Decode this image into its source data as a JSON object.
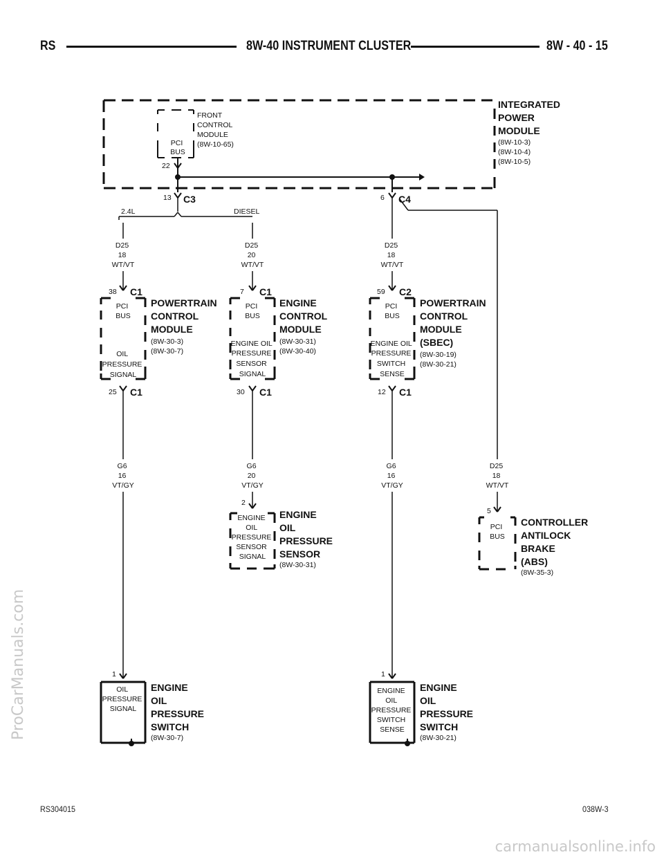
{
  "header": {
    "left": "RS",
    "title": "8W-40 INSTRUMENT CLUSTER",
    "page": "8W - 40 - 15"
  },
  "footer": {
    "left": "RS304015",
    "right": "038W-3"
  },
  "watermarks": {
    "left": "ProCarManuals.com",
    "bottom": "carmanualsonline.info"
  },
  "ipm": {
    "name": [
      "INTEGRATED",
      "POWER",
      "MODULE"
    ],
    "refs": [
      "(8W-10-3)",
      "(8W-10-4)",
      "(8W-10-5)"
    ],
    "inner_box": [
      "PCI",
      "BUS"
    ],
    "fcm": [
      "FRONT",
      "CONTROL",
      "MODULE",
      "(8W-10-65)"
    ],
    "inner_pin": "22",
    "c3_pin": "13",
    "c3": "C3",
    "c4_pin": "6",
    "c4": "C4"
  },
  "splice": {
    "left": "2.4L",
    "right": "DIESEL"
  },
  "wires": {
    "pcm_in": [
      "D25",
      "18",
      "WT/VT"
    ],
    "ecm_in": [
      "D25",
      "20",
      "WT/VT"
    ],
    "sbec_in": [
      "D25",
      "18",
      "WT/VT"
    ],
    "pcm_out": [
      "G6",
      "16",
      "VT/GY"
    ],
    "ecm_out": [
      "G6",
      "20",
      "VT/GY"
    ],
    "sbec_out": [
      "G6",
      "16",
      "VT/GY"
    ],
    "abs_in": [
      "D25",
      "18",
      "WT/VT"
    ]
  },
  "pcm": {
    "name": [
      "POWERTRAIN",
      "CONTROL",
      "MODULE"
    ],
    "refs": [
      "(8W-30-3)",
      "(8W-30-7)"
    ],
    "top_box": [
      "PCI",
      "BUS"
    ],
    "bottom_box": [
      "OIL",
      "PRESSURE",
      "SIGNAL"
    ],
    "top_pin": "38",
    "top_conn": "C1",
    "bottom_pin": "25",
    "bottom_conn": "C1"
  },
  "ecm": {
    "name": [
      "ENGINE",
      "CONTROL",
      "MODULE"
    ],
    "refs": [
      "(8W-30-31)",
      "(8W-30-40)"
    ],
    "top_box": [
      "PCI",
      "BUS"
    ],
    "bottom_box": [
      "ENGINE OIL",
      "PRESSURE",
      "SENSOR",
      "SIGNAL"
    ],
    "top_pin": "7",
    "top_conn": "C1",
    "bottom_pin": "30",
    "bottom_conn": "C1"
  },
  "sbec": {
    "name": [
      "POWERTRAIN",
      "CONTROL",
      "MODULE",
      "(SBEC)"
    ],
    "refs": [
      "(8W-30-19)",
      "(8W-30-21)"
    ],
    "top_box": [
      "PCI",
      "BUS"
    ],
    "bottom_box": [
      "ENGINE OIL",
      "PRESSURE",
      "SWITCH",
      "SENSE"
    ],
    "top_pin": "59",
    "top_conn": "C2",
    "bottom_pin": "12",
    "bottom_conn": "C1"
  },
  "oil_sensor": {
    "name": [
      "ENGINE",
      "OIL",
      "PRESSURE",
      "SENSOR"
    ],
    "refs": [
      "(8W-30-31)"
    ],
    "box": [
      "ENGINE",
      "OIL",
      "PRESSURE",
      "SENSOR",
      "SIGNAL"
    ],
    "pin": "2"
  },
  "abs": {
    "name": [
      "CONTROLLER",
      "ANTILOCK",
      "BRAKE",
      "(ABS)"
    ],
    "refs": [
      "(8W-35-3)"
    ],
    "box": [
      "PCI",
      "BUS"
    ],
    "pin": "5"
  },
  "switch_left": {
    "name": [
      "ENGINE",
      "OIL",
      "PRESSURE",
      "SWITCH"
    ],
    "refs": [
      "(8W-30-7)"
    ],
    "box": [
      "OIL",
      "PRESSURE",
      "SIGNAL"
    ],
    "pin": "1"
  },
  "switch_right": {
    "name": [
      "ENGINE",
      "OIL",
      "PRESSURE",
      "SWITCH"
    ],
    "refs": [
      "(8W-30-21)"
    ],
    "box": [
      "ENGINE",
      "OIL",
      "PRESSURE",
      "SWITCH",
      "SENSE"
    ],
    "pin": "1"
  }
}
